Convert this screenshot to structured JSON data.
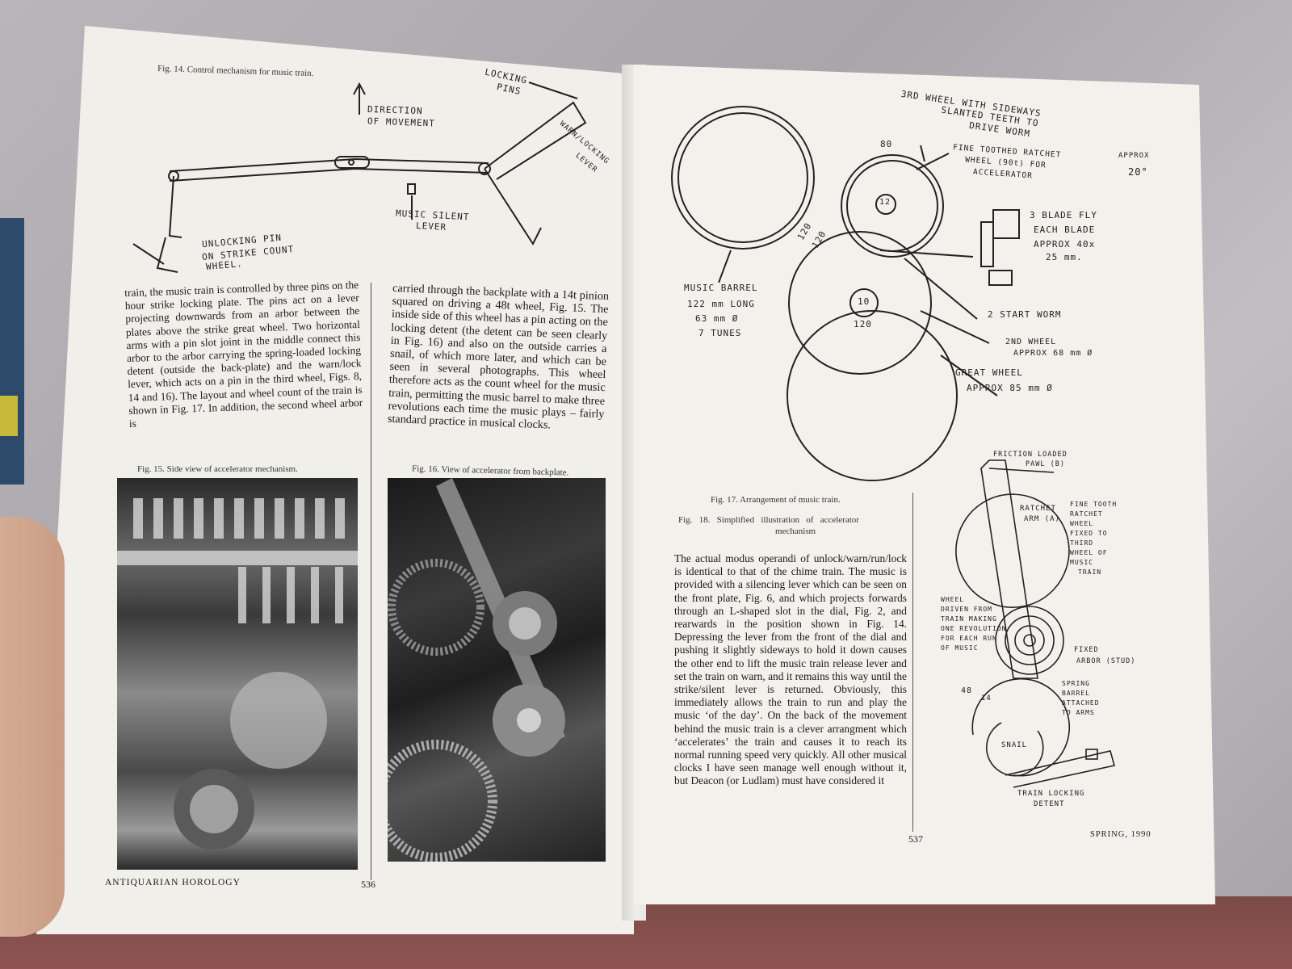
{
  "left_page": {
    "fig14": {
      "caption": "Fig. 14. Control mechanism for music train.",
      "labels": {
        "direction": "DIRECTION",
        "of_movement": "OF MOVEMENT",
        "locking": "LOCKING",
        "pins": "PINS",
        "warn_locking": "WARN/LOCKING",
        "lever": "LEVER",
        "music_silent": "MUSIC SILENT",
        "music_silent_lever": "LEVER",
        "unlocking_pin": "UNLOCKING PIN",
        "on_strike_count": "ON STRIKE COUNT",
        "wheel": "WHEEL."
      }
    },
    "col1_text": "train, the music train is controlled by three pins on the hour strike locking plate. The pins act on a lever projecting downwards from an arbor between the plates above the strike great wheel. Two horizontal arms with a pin slot joint in the middle connect this arbor to the arbor carrying the spring-loaded locking detent (outside the back-plate) and the warn/lock lever, which acts on a pin in the third wheel, Figs. 8, 14 and 16). The layout and wheel count of the train is shown in Fig. 17. In addition, the second wheel arbor is",
    "col2_text": "carried through the backplate with a 14t pinion squared on driving a 48t wheel, Fig. 15. The inside side of this wheel has a pin acting on the locking detent (the detent can be seen clearly in Fig. 16) and also on the outside carries a snail, of which more later, and which can be seen in several photographs. This wheel therefore acts as the count wheel for the music train, permitting the music barrel to make three revolutions each time the music plays – fairly standard practice in musical clocks.",
    "fig15_caption": "Fig. 15. Side view of accelerator mechanism.",
    "fig16_caption": "Fig. 16. View of accelerator from backplate.",
    "footer_left": "ANTIQUARIAN HOROLOGY",
    "page_number": "536"
  },
  "right_page": {
    "fig17": {
      "caption": "Fig. 17. Arrangement of music train.",
      "labels": {
        "third_wheel_1": "3RD WHEEL WITH SIDEWAYS",
        "third_wheel_2": "SLANTED TEETH TO",
        "third_wheel_3": "DRIVE WORM",
        "ratchet_1": "FINE TOOTHED RATCHET",
        "ratchet_2": "WHEEL (90t) FOR",
        "ratchet_3": "ACCELERATOR",
        "approx": "APPROX",
        "angle": "20°",
        "n80": "80",
        "n12": "12",
        "n10": "10",
        "n120a": "120",
        "n120b": "120",
        "n120c": "120",
        "fly_1": "3 BLADE FLY",
        "fly_2": "EACH BLADE",
        "fly_3": "APPROX 40x",
        "fly_4": "25 mm.",
        "barrel_1": "MUSIC BARREL",
        "barrel_2": "122 mm LONG",
        "barrel_3": "63 mm Ø",
        "barrel_4": "7 TUNES",
        "worm": "2 START WORM",
        "second_1": "2ND WHEEL",
        "second_2": "APPROX 68 mm Ø",
        "great_1": "GREAT WHEEL",
        "great_2": "APPROX 85 mm Ø"
      }
    },
    "fig18": {
      "caption_1": "Fig.   18.   Simplified   illustration   of   accelerator",
      "caption_2": "mechanism",
      "labels": {
        "friction_1": "FRICTION LOADED",
        "friction_2": "PAWL (B)",
        "ratchet_arm_1": "RATCHET",
        "ratchet_arm_2": "ARM (A)",
        "fine_1": "FINE TOOTH",
        "fine_2": "RATCHET",
        "fine_3": "WHEEL",
        "fine_4": "FIXED TO",
        "fine_5": "THIRD",
        "fine_6": "WHEEL OF",
        "fine_7": "MUSIC",
        "fine_8": "TRAIN",
        "wheel_1": "WHEEL",
        "wheel_2": "DRIVEN FROM",
        "wheel_3": "TRAIN MAKING",
        "wheel_4": "ONE REVOLUTION",
        "wheel_5": "FOR EACH RUN",
        "wheel_6": "OF MUSIC",
        "fixed_1": "FIXED",
        "fixed_2": "ARBOR (STUD)",
        "spring_1": "SPRING",
        "spring_2": "BARREL",
        "spring_3": "ATTACHED",
        "spring_4": "TO ARMS",
        "n48": "48",
        "n14": "14",
        "snail": "SNAIL",
        "train_1": "TRAIN LOCKING",
        "train_2": "DETENT"
      }
    },
    "col_text": "The actual modus operandi of unlock/warn/run/lock is identical to that of the chime train. The music is provided with a silencing lever which can be seen on the front plate, Fig. 6, and which projects forwards through an L-shaped slot in the dial, Fig. 2, and rearwards in the position shown in Fig. 14. Depressing the lever from the front of the dial and pushing it slightly sideways to hold it down causes the other end to lift the music train release lever and set the train on warn, and it remains this way until the strike/silent lever is returned. Obviously, this immediately allows the train to run and play the music ‘of the day’. On the back of the movement behind the music train is a clever arrangment which ‘accelerates’ the train and causes it to reach its normal running speed very quickly. All other musical clocks I have seen manage well enough without it, but Deacon (or Ludlam) must have considered it",
    "page_number": "537",
    "footer_right": "SPRING, 1990"
  },
  "colors": {
    "paper": "#f1efea",
    "ink": "#1a1a1a",
    "background": "#a9a6ab"
  }
}
